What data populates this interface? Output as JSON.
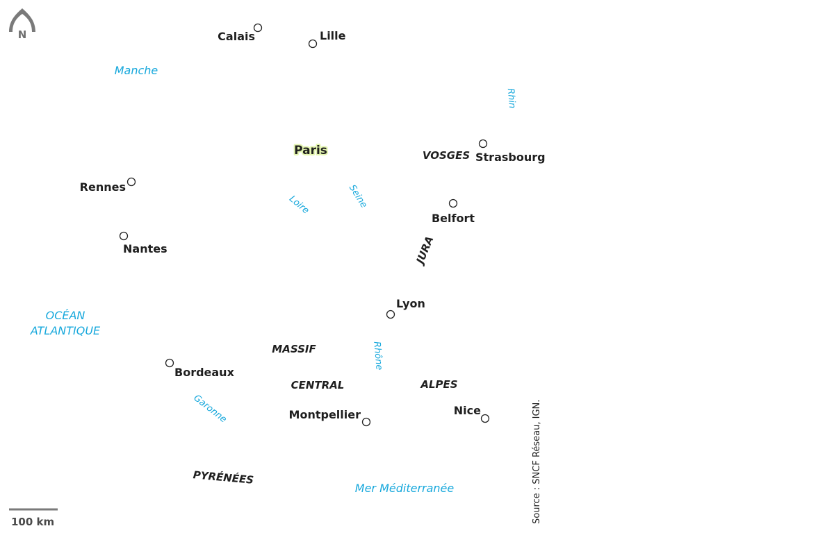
{
  "map": {
    "north_letter": "N",
    "scale_label": "100 km",
    "source": "Source : SNCF Réseau, IGN.",
    "capital": {
      "name": "Paris"
    },
    "cities": [
      {
        "id": "calais",
        "name": "Calais"
      },
      {
        "id": "lille",
        "name": "Lille"
      },
      {
        "id": "strasbourg",
        "name": "Strasbourg"
      },
      {
        "id": "rennes",
        "name": "Rennes"
      },
      {
        "id": "belfort",
        "name": "Belfort"
      },
      {
        "id": "nantes",
        "name": "Nantes"
      },
      {
        "id": "lyon",
        "name": "Lyon"
      },
      {
        "id": "bordeaux",
        "name": "Bordeaux"
      },
      {
        "id": "montpellier",
        "name": "Montpellier"
      },
      {
        "id": "nice",
        "name": "Nice"
      }
    ],
    "water_bodies": [
      {
        "id": "manche",
        "lines": [
          "Manche"
        ]
      },
      {
        "id": "ocean",
        "lines": [
          "OCÉAN",
          "ATLANTIQUE"
        ]
      },
      {
        "id": "mediterranee",
        "lines": [
          "Mer Méditerranée"
        ]
      }
    ],
    "rivers": [
      {
        "id": "rhin",
        "name": "Rhin"
      },
      {
        "id": "loire",
        "name": "Loire"
      },
      {
        "id": "seine",
        "name": "Seine"
      },
      {
        "id": "rhone",
        "name": "Rhône"
      },
      {
        "id": "garonne",
        "name": "Garonne"
      }
    ],
    "relief": [
      {
        "id": "vosges",
        "lines": [
          "VOSGES"
        ]
      },
      {
        "id": "jura",
        "lines": [
          "JURA"
        ]
      },
      {
        "id": "massif-central",
        "lines": [
          "MASSIF",
          "CENTRAL"
        ]
      },
      {
        "id": "alpes",
        "lines": [
          "ALPES"
        ]
      },
      {
        "id": "pyrenees",
        "lines": [
          "PYRÉNÉES"
        ]
      }
    ]
  }
}
